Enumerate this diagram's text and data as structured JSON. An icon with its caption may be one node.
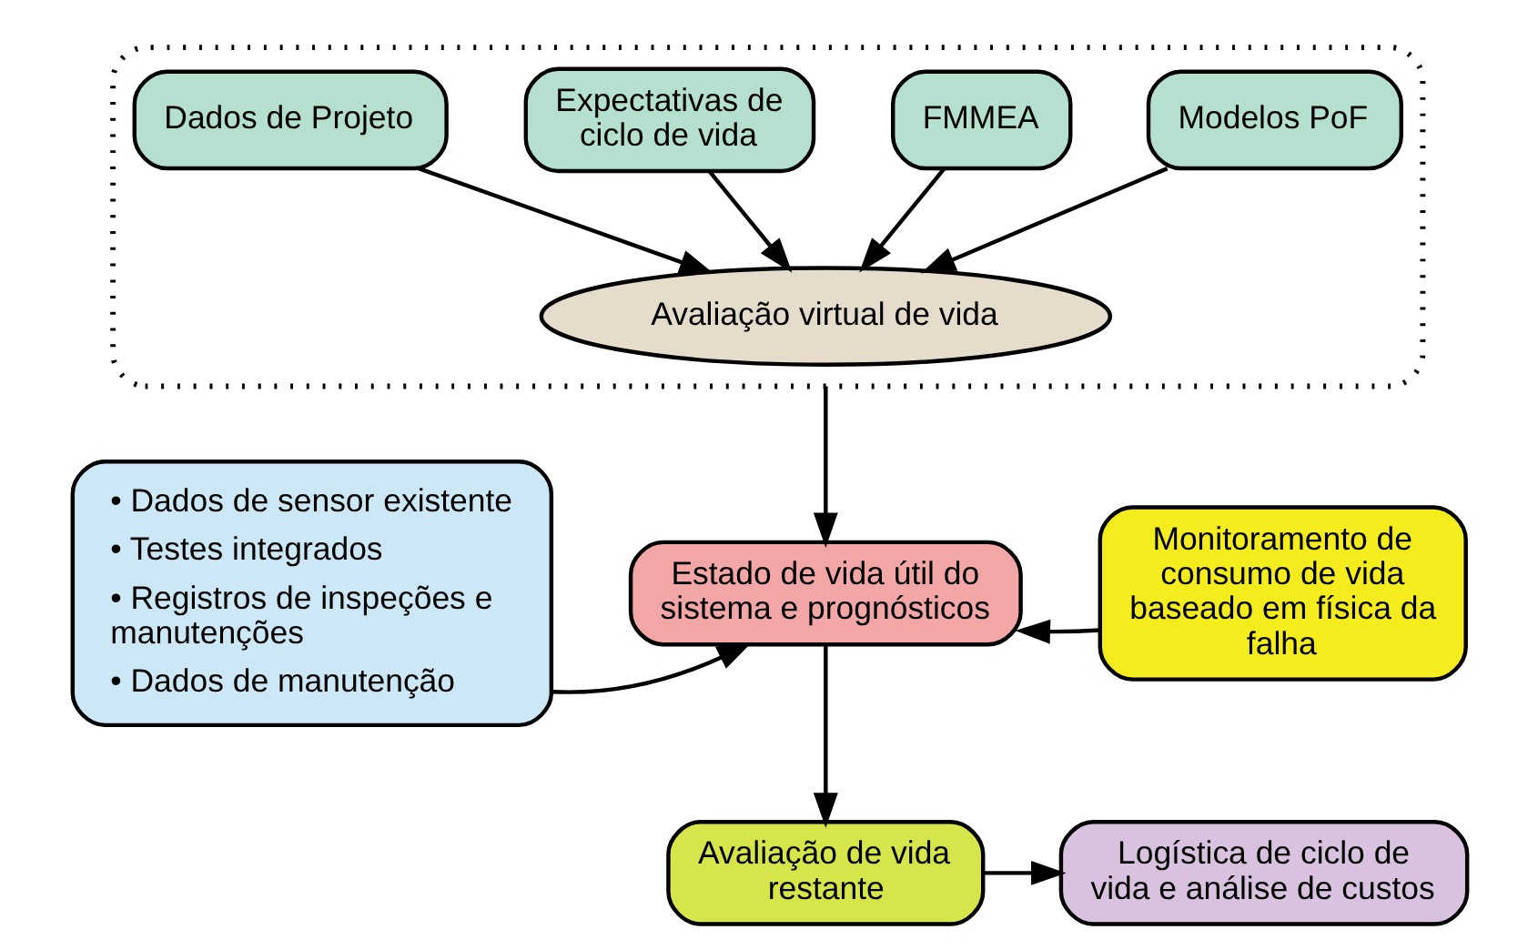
{
  "diagram": {
    "nodes": [
      {
        "text": [],
        "shape": "box"
      },
      {
        "text": [
          "Dados de Projeto"
        ],
        "in": 0
      },
      {
        "text": [
          "Expectativas de ciclo de vida"
        ],
        "in": 0
      },
      {
        "text": [
          "FMMEA"
        ],
        "in": 0
      },
      {
        "text": [
          "Modelos PoF"
        ],
        "in": 0
      },
      {
        "text": [
          "Avaliação virtual de vida"
        ],
        "in": 0
      },
      {
        "text": [
          "• Dados de sensor existente",
          "• Testes integrados",
          "• Registros de inspeções e manutenções",
          "• Dados de manutenção"
        ]
      },
      {
        "text": [
          "Estado de vida útil do sistema e prognósticos"
        ]
      },
      {
        "text": [
          "Monitoramento de consumo de vida baseado em física da falha"
        ]
      },
      {
        "text": [
          "Avaliação de vida restante"
        ]
      },
      {
        "text": [
          "Logística de ciclo de vida e análise de custos"
        ]
      }
    ],
    "edges": [
      {
        "from": 1,
        "to": 5,
        "arrow": "to"
      },
      {
        "from": 2,
        "to": 5,
        "arrow": "to"
      },
      {
        "from": 3,
        "to": 5,
        "arrow": "to"
      },
      {
        "from": 4,
        "to": 5,
        "arrow": "to"
      },
      {
        "from": 0,
        "to": 7,
        "arrow": "to"
      },
      {
        "from": 6,
        "to": 7,
        "arrow": "to"
      },
      {
        "from": 8,
        "to": 7,
        "arrow": "to"
      },
      {
        "from": 7,
        "to": 9,
        "arrow": "to"
      },
      {
        "from": 9,
        "to": 10,
        "arrow": "to"
      }
    ]
  }
}
